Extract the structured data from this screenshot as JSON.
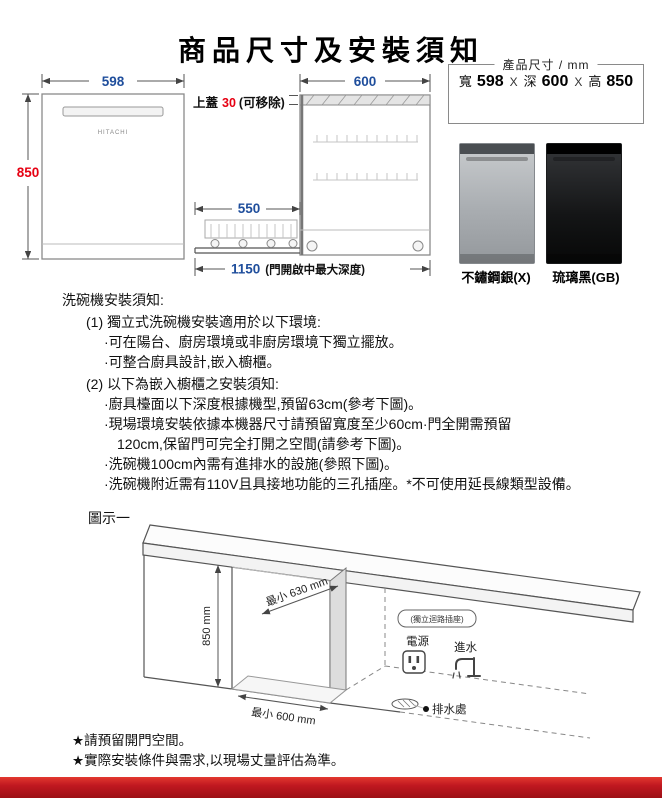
{
  "page": {
    "title": "商品尺寸及安裝須知"
  },
  "front_view": {
    "width": "598",
    "height": "850",
    "brand": "HITACHI"
  },
  "side_view": {
    "top_cover_label": "上蓋",
    "top_cover_value": "30",
    "top_cover_note": "(可移除)",
    "depth": "600",
    "slide_depth": "550",
    "max_depth": "1150",
    "max_depth_note": "(門開啟中最大深度)"
  },
  "spec_box": {
    "legend": "產品尺寸 / mm",
    "width_label": "寬",
    "width_value": "598",
    "sep1": "X",
    "depth_label": "深",
    "depth_value": "600",
    "sep2": "X",
    "height_label": "高",
    "height_value": "850"
  },
  "finishes": {
    "silver_label": "不鏽鋼銀(X)",
    "black_label": "琉璃黑(GB)"
  },
  "install": {
    "heading": "洗碗機安裝須知:",
    "section1_title": "(1) 獨立式洗碗機安裝適用於以下環境:",
    "section1_items": [
      "·可在陽台、廚房環境或非廚房環境下獨立擺放。",
      "·可整合廚具設計,嵌入櫥櫃。"
    ],
    "section2_title": "(2) 以下為嵌入櫥櫃之安裝須知:",
    "section2_items": [
      "·廚具檯面以下深度根據機型,預留63cm(參考下圖)。",
      "·現場環境安裝依據本機器尺寸請預留寬度至少60cm·門全開需預留",
      "120cm,保留門可完全打開之空間(請參考下圖)。",
      "·洗碗機100cm內需有進排水的設施(參照下圖)。",
      "·洗碗機附近需有110V且具接地功能的三孔插座。*不可使用延長線類型設備。"
    ]
  },
  "diagram": {
    "label": "圖示一",
    "height_dim": "850 mm",
    "depth_dim": "最小 630 mm",
    "width_dim": "最小 600 mm",
    "outlet_note": "(獨立迴路插座)",
    "power": "電源",
    "water": "進水",
    "drain": "排水處"
  },
  "footnotes": {
    "note1": "★請預留開門空間。",
    "note2": "★實際安裝條件與需求,以現場丈量評估為準。"
  },
  "theme_colors": {
    "dimension_blue": "#1f4e9c",
    "dimension_red": "#e60012",
    "footer_red": "#c01820"
  }
}
